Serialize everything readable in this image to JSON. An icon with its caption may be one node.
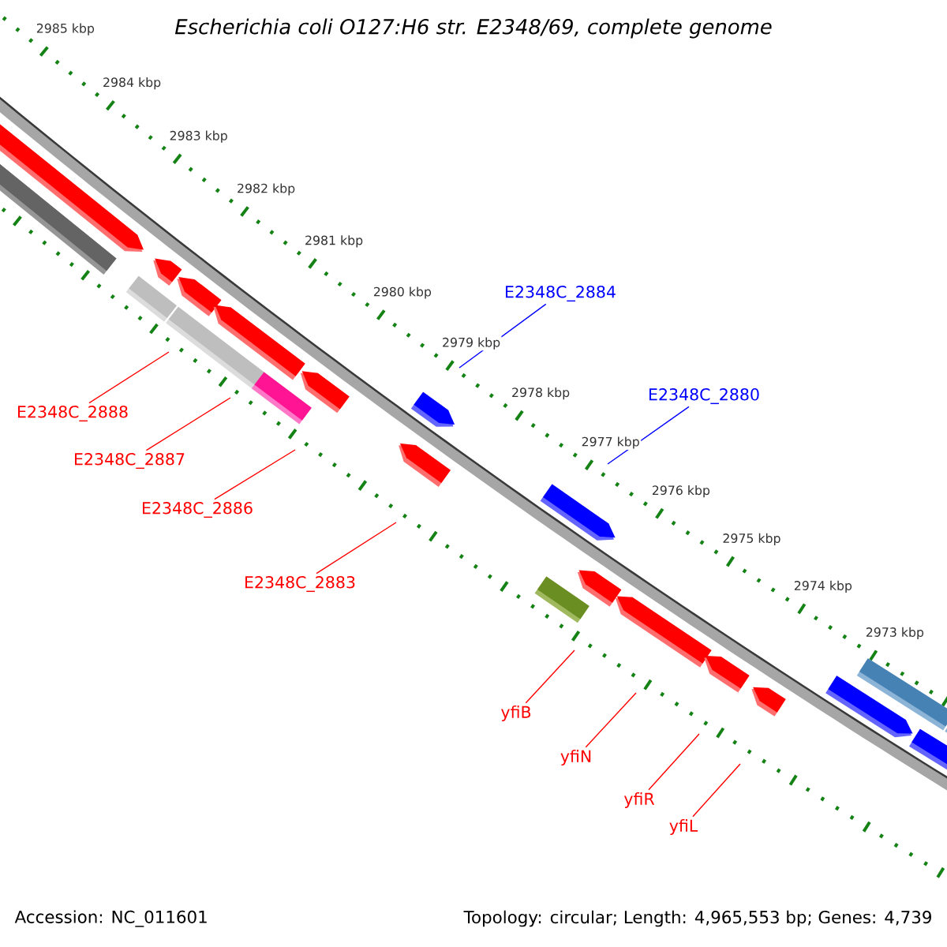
{
  "diagram": {
    "title": "Escherichia coli O127:H6 str. E2348/69, complete genome",
    "nodes": [
      {
        "text": [
          "E2348C_2884"
        ]
      },
      {
        "text": [
          "E2348C_2880"
        ]
      },
      {
        "text": [
          "E2348C_2888"
        ]
      },
      {
        "text": [
          "E2348C_2887"
        ]
      },
      {
        "text": [
          "E2348C_2886"
        ]
      },
      {
        "text": [
          "E2348C_2883"
        ]
      },
      {
        "text": [
          "yfiB"
        ]
      },
      {
        "text": [
          "yfiN"
        ]
      },
      {
        "text": [
          "yfiR"
        ]
      },
      {
        "text": [
          "yfiL"
        ]
      }
    ],
    "edges": [
      {
        "from": 0,
        "to": null,
        "arrow": "none",
        "color": "#0000ff"
      },
      {
        "from": 1,
        "to": null,
        "arrow": "none",
        "color": "#0000ff"
      },
      {
        "from": 2,
        "to": null,
        "arrow": "none"
      },
      {
        "from": 3,
        "to": null,
        "arrow": "none"
      },
      {
        "from": 4,
        "to": null,
        "arrow": "none"
      },
      {
        "from": 5,
        "to": null,
        "arrow": "none"
      },
      {
        "from": 6,
        "to": null,
        "arrow": "none"
      },
      {
        "from": 7,
        "to": null,
        "arrow": "none"
      },
      {
        "from": 8,
        "to": null,
        "arrow": "none"
      },
      {
        "from": 9,
        "to": null,
        "arrow": "none"
      }
    ],
    "labels": [
      "2985 kbp",
      "2984 kbp",
      "2983 kbp",
      "2982 kbp",
      "2981 kbp",
      "2980 kbp",
      "2979 kbp",
      "2978 kbp",
      "2977 kbp",
      "2976 kbp",
      "2975 kbp",
      "2974 kbp",
      "2973 kbp",
      "Accession: NC_011601",
      "Topology: circular; Length: 4,965,553 bp; Genes: 4,739"
    ]
  }
}
